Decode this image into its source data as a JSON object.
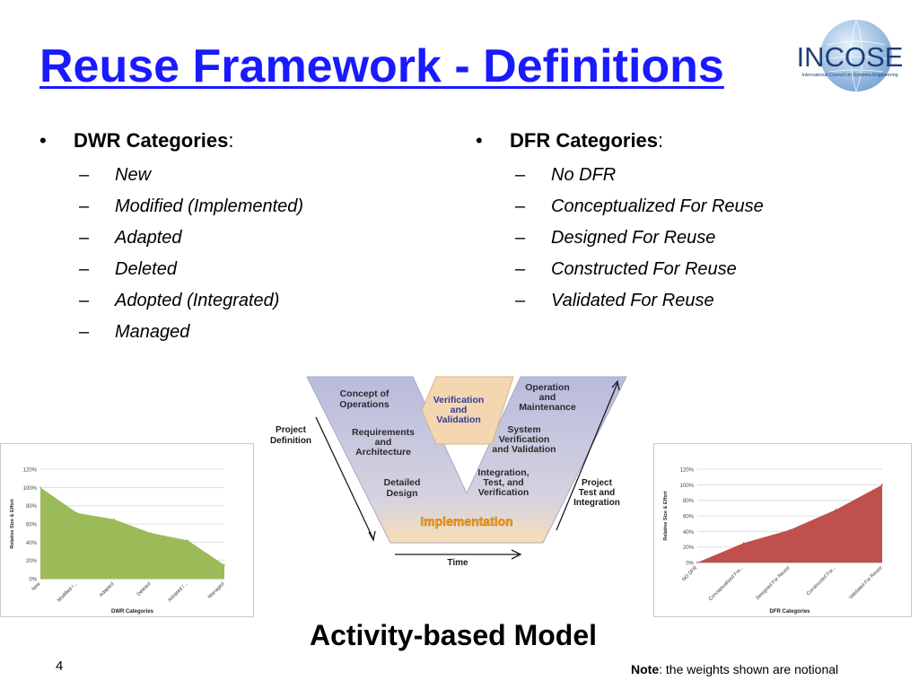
{
  "title": "Reuse Framework - Definitions",
  "logo": {
    "text": "INCOSE",
    "subtext": "International Council on Systems Engineering"
  },
  "left_column": {
    "heading": "DWR Categories",
    "items": [
      "New",
      "Modified (Implemented)",
      "Adapted",
      "Deleted",
      "Adopted (Integrated)",
      "Managed"
    ]
  },
  "right_column": {
    "heading": "DFR Categories",
    "items": [
      "No DFR",
      "Conceptualized For Reuse",
      "Designed For Reuse",
      "Constructed For Reuse",
      "Validated For Reuse"
    ]
  },
  "vmodel": {
    "concept": [
      "Concept of",
      "Operations"
    ],
    "requirements": [
      "Requirements",
      "and",
      "Architecture"
    ],
    "detailed": [
      "Detailed",
      "Design"
    ],
    "implementation": "Implementation",
    "integration": [
      "Integration,",
      "Test, and",
      "Verification"
    ],
    "system": [
      "System",
      "Verification",
      "and Validation"
    ],
    "operation": [
      "Operation",
      "and",
      "Maintenance"
    ],
    "vv": [
      "Verification",
      "and",
      "Validation"
    ],
    "project_definition": [
      "Project",
      "Definition"
    ],
    "project_test": [
      "Project",
      "Test and",
      "Integration"
    ],
    "time": "Time",
    "colors": {
      "band": "#c5c7e2",
      "band_bottom": "#f7dcb5",
      "arrow": "#f4d6b0",
      "label": "#2e3d9a",
      "impl": "#f39c1a"
    }
  },
  "chart_data": [
    {
      "type": "area",
      "categories": [
        "New",
        "Modified /...",
        "Adapted",
        "Deleted",
        "Adopted /...",
        "Managed"
      ],
      "values": [
        100,
        72,
        65,
        50,
        42,
        15
      ],
      "xlabel": "DWR Categories",
      "ylabel": "Relative Size & Effort",
      "ylim": [
        0,
        120
      ],
      "yticks": [
        "0%",
        "20%",
        "40%",
        "60%",
        "80%",
        "100%",
        "120%"
      ],
      "grid": true,
      "color": "#9bbb59"
    },
    {
      "type": "area",
      "categories": [
        "NO DFR",
        "Conceptualized For...",
        "Designed For Reuse",
        "Constructed For...",
        "Validated For Reuse"
      ],
      "values": [
        0,
        25,
        42,
        68,
        100
      ],
      "xlabel": "DFR Categories",
      "ylabel": "Relative Size & Effort",
      "ylim": [
        0,
        120
      ],
      "yticks": [
        "0%",
        "20%",
        "40%",
        "60%",
        "80%",
        "100%",
        "120%"
      ],
      "grid": true,
      "color": "#c0504d"
    }
  ],
  "caption": "Activity-based Model",
  "page_number": "4",
  "note": {
    "bold": "Note",
    "text": ": the weights shown are notional"
  }
}
